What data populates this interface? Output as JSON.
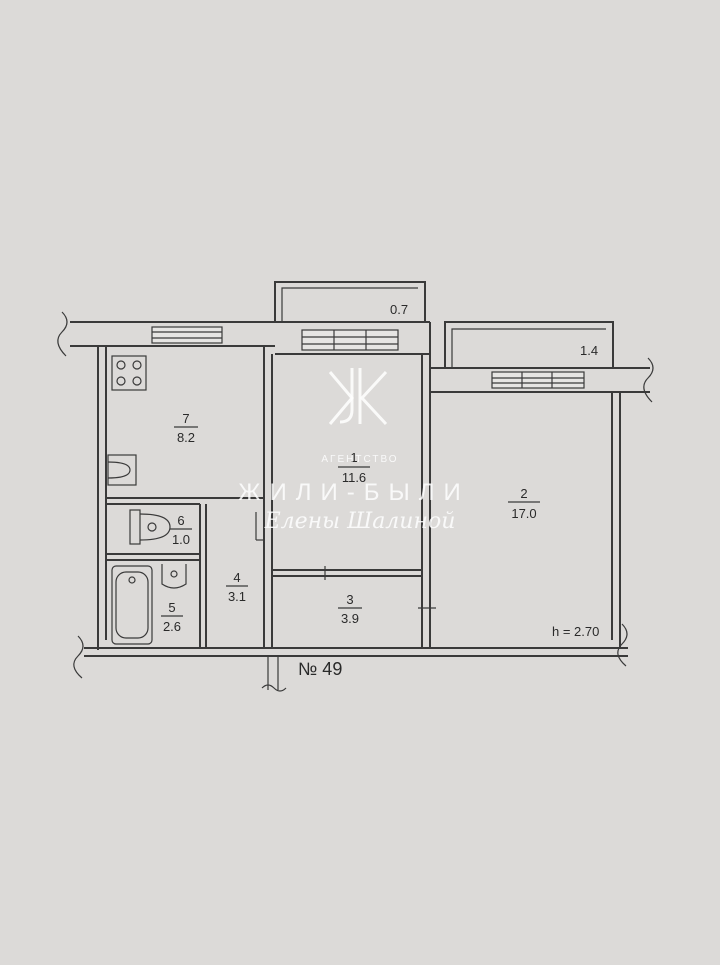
{
  "rooms": [
    {
      "id": "r7",
      "number": "7",
      "area": "8.2"
    },
    {
      "id": "r1",
      "number": "1",
      "area": "11.6"
    },
    {
      "id": "r2",
      "number": "2",
      "area": "17.0"
    },
    {
      "id": "r6",
      "number": "6",
      "area": "1.0"
    },
    {
      "id": "r5",
      "number": "5",
      "area": "2.6"
    },
    {
      "id": "r4",
      "number": "4",
      "area": "3.1"
    },
    {
      "id": "r3",
      "number": "3",
      "area": "3.9"
    }
  ],
  "balconies": [
    {
      "id": "b1",
      "area": "0.7"
    },
    {
      "id": "b2",
      "area": "1.4"
    }
  ],
  "ceiling_height": "h = 2.70",
  "apartment_number": "№ 49",
  "watermark": {
    "logo_text": "ЖК",
    "line1": "АГЕНТСТВО",
    "line2": "ЖИЛИ-БЫЛИ",
    "line3": "Елены Шалиной"
  },
  "colors": {
    "paper": "#dcdad8",
    "ink": "#3a3a3a",
    "watermark": "#ffffff"
  }
}
